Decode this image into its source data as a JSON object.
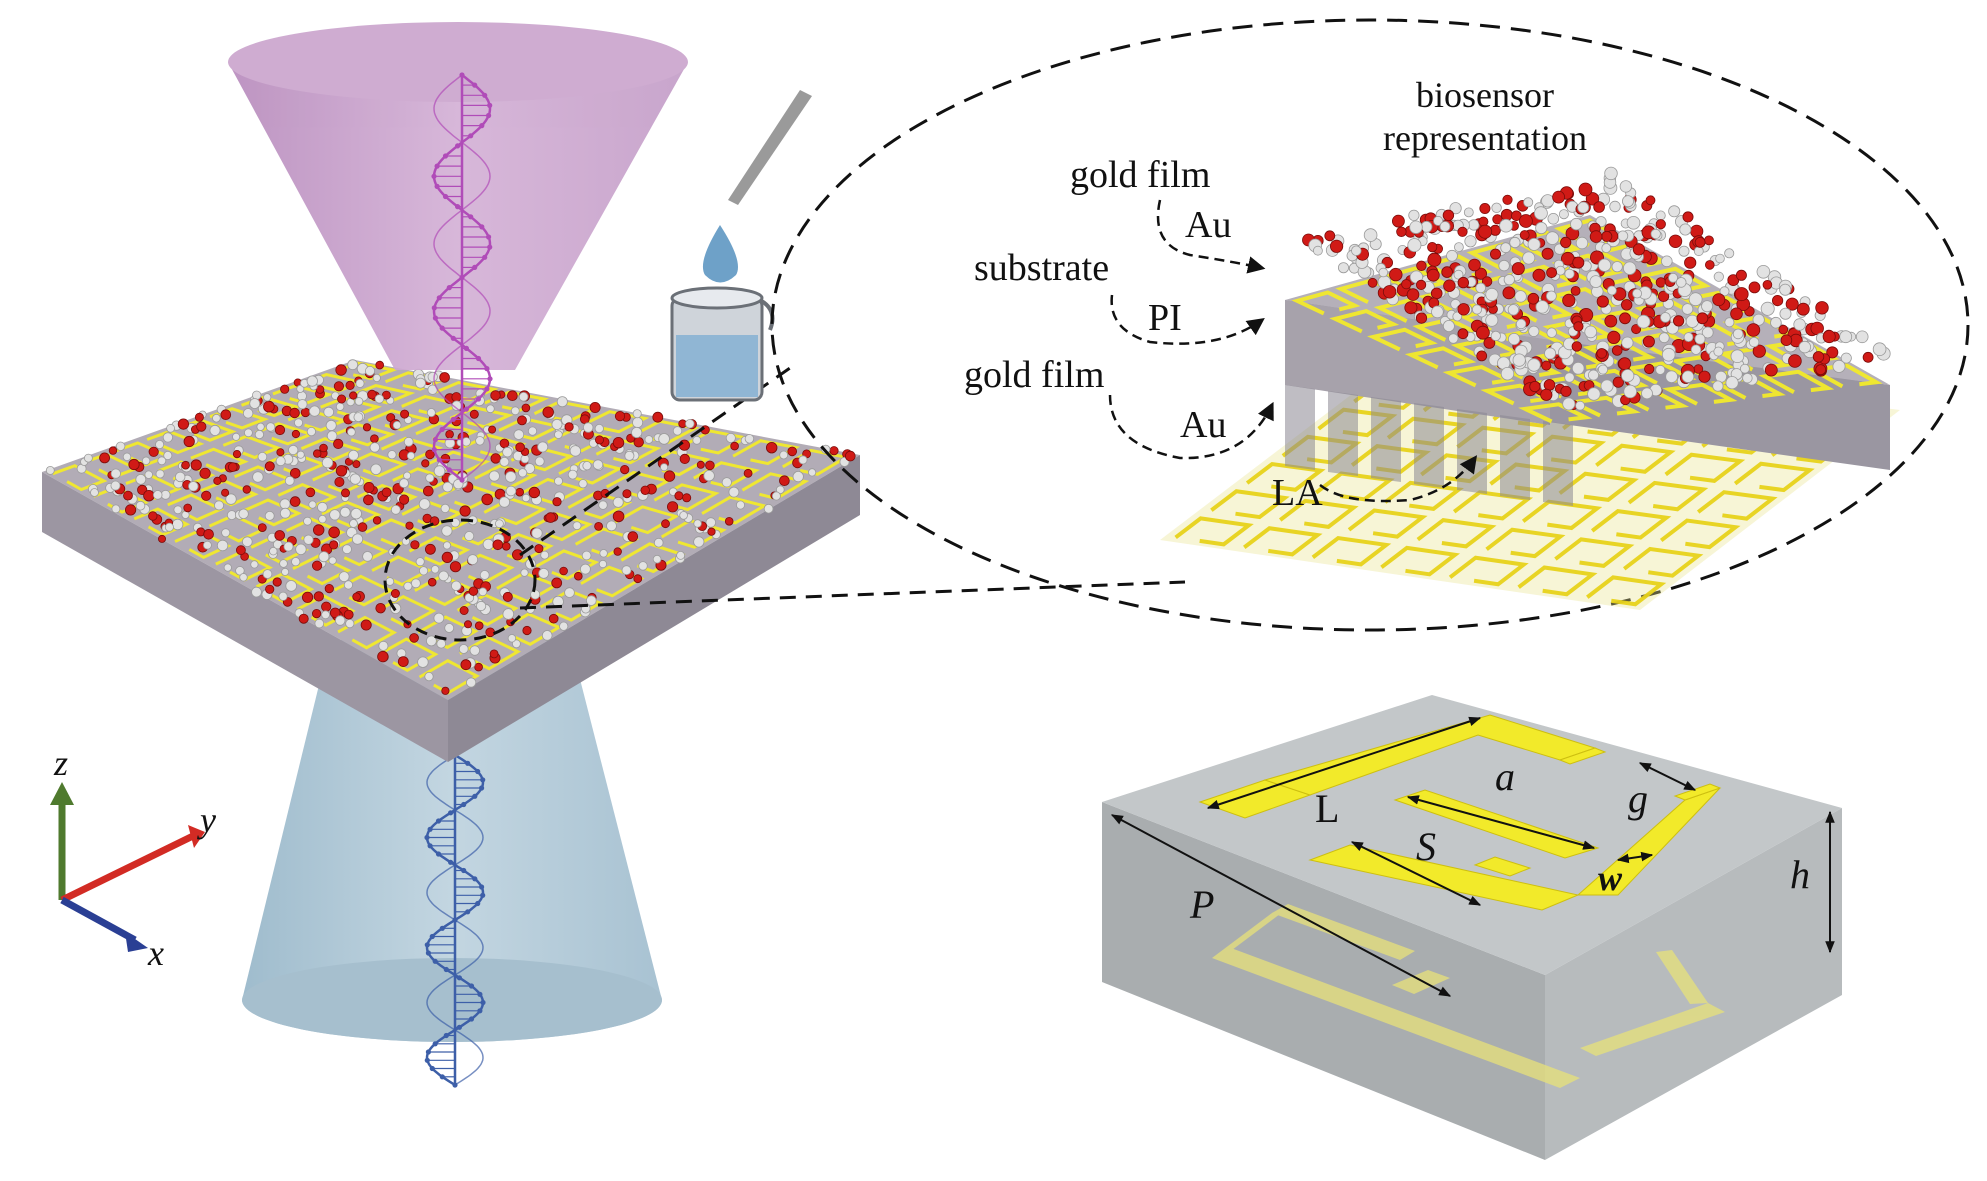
{
  "labels": {
    "biosensor_line1": "biosensor",
    "biosensor_line2": "representation",
    "gold_film_top": "gold film",
    "au_top": "Au",
    "substrate": "substrate",
    "pi": "PI",
    "gold_film_bottom": "gold film",
    "au_bottom": "Au",
    "la": "LA"
  },
  "axes": {
    "z": "z",
    "y": "y",
    "x": "x"
  },
  "dimensions": {
    "L": "L",
    "a": "a",
    "g": "g",
    "S": "S",
    "w": "w",
    "h": "h",
    "P": "P"
  },
  "colors": {
    "top_cone": "#c39ac8",
    "bottom_cone": "#a9c3d3",
    "substrate": "#a8a2ad",
    "gold": "#f2ea2a",
    "molecule_red": "#d01a16",
    "molecule_white": "#e2e2e2",
    "wave_top": "#b04cb8",
    "wave_bottom": "#3d5fa8",
    "axis_z": "#4f7a2e",
    "axis_y": "#d22b24",
    "axis_x": "#2a3f94"
  },
  "icons": [
    "pipette-icon",
    "droplet-icon",
    "beaker-icon"
  ]
}
